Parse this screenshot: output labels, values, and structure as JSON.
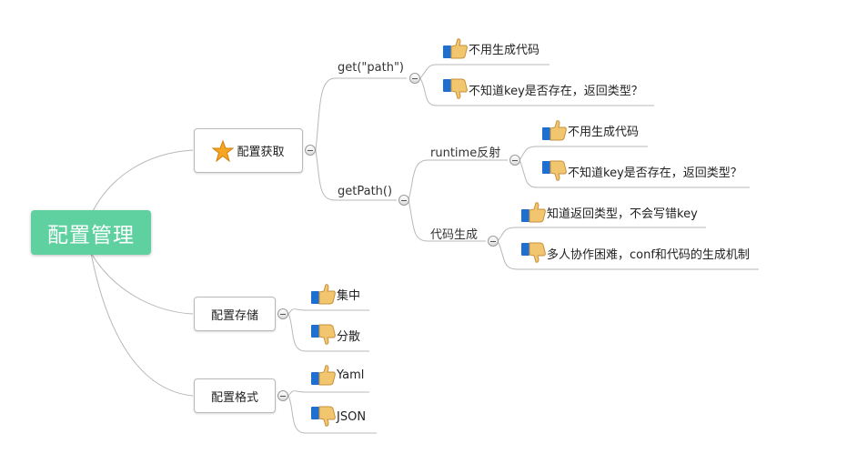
{
  "root": {
    "title": "配置管理"
  },
  "acquire": {
    "title": "配置获取",
    "star_icon": "star-icon",
    "get": {
      "label": "get(\"path\")",
      "pro": "不用生成代码",
      "con": "不知道key是否存在，返回类型？"
    },
    "getpath": {
      "label": "getPath()",
      "runtime": {
        "label": "runtime反射",
        "pro": "不用生成代码",
        "con": "不知道key是否存在，返回类型？"
      },
      "codegen": {
        "label": "代码生成",
        "pro": "知道返回类型，不会写错key",
        "con": "多人协作困难，conf和代码的生成机制"
      }
    }
  },
  "storage": {
    "title": "配置存储",
    "pro": "集中",
    "con": "分散"
  },
  "format": {
    "title": "配置格式",
    "pro": "Yaml",
    "con": "JSON"
  },
  "icons": {
    "pro": "thumbs-up-icon",
    "con": "thumbs-down-icon"
  },
  "colors": {
    "root": "#5fd1a0",
    "line": "#b8b8b8",
    "cuff": "#1f6fd0",
    "hand": "#f2c56f"
  }
}
